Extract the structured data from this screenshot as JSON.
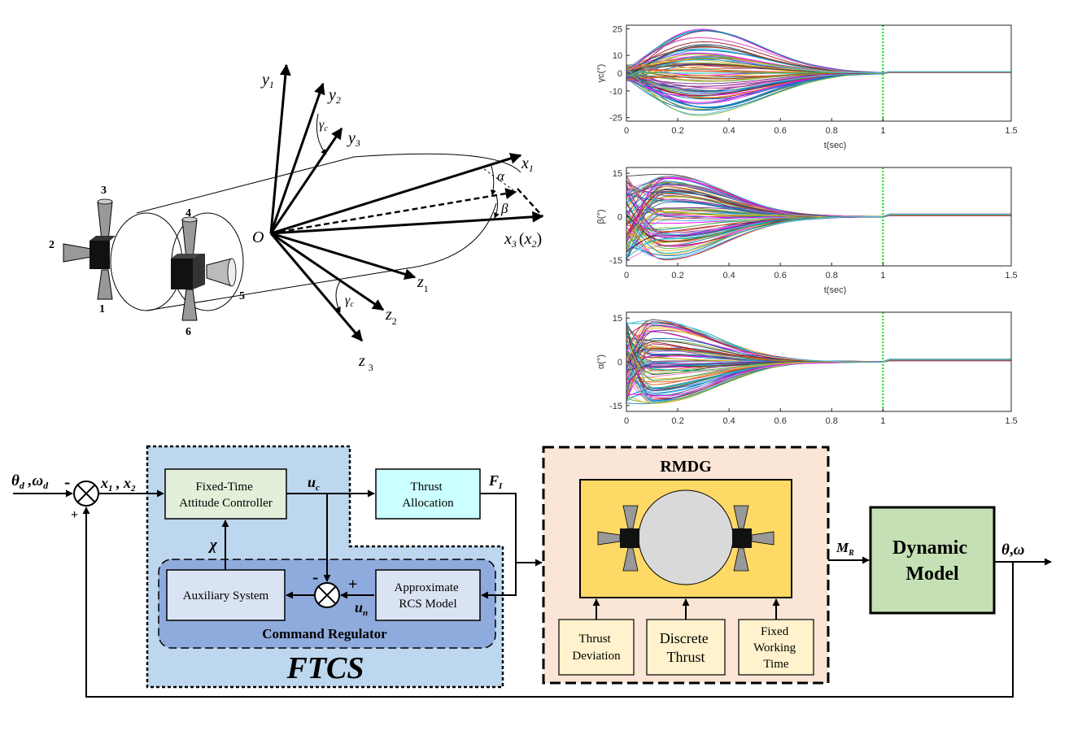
{
  "frames": {
    "geometry": {
      "origin": "O",
      "axis_y1": "y",
      "axis_y1_sub": "1",
      "axis_y2": "y",
      "axis_y2_sub": "2",
      "axis_y3": "y",
      "axis_y3_sub": "3",
      "axis_x1": "x",
      "axis_x1_sub": "1",
      "axis_x3": "x",
      "axis_x3_sub": "3",
      "axis_x2_paren_open": "(",
      "axis_x2": "x",
      "axis_x2_sub": "2",
      "axis_x2_paren_close": ")",
      "axis_z1": "z",
      "axis_z1_sub": "1",
      "axis_z2": "z",
      "axis_z2_sub": "2",
      "axis_z3": "z",
      "axis_z3_sub": "3",
      "angle_gamma_top": "γ",
      "angle_gamma_top_sub": "c",
      "angle_gamma_bottom": "γ",
      "angle_gamma_bottom_sub": "c",
      "angle_alpha": "α",
      "angle_beta": "β"
    },
    "thrusters": [
      "1",
      "2",
      "3",
      "4",
      "5",
      "6"
    ]
  },
  "chart_data": [
    {
      "type": "line",
      "ylabel": "γc(°)",
      "xlabel": "t(sec)",
      "xlim": [
        0,
        1.5
      ],
      "ylim": [
        -27,
        27
      ],
      "xticks": [
        "0",
        "0.2",
        "0.4",
        "0.6",
        "0.8",
        "1",
        "1.5"
      ],
      "yticks": [
        "25",
        "10",
        "0",
        "-10",
        "-25"
      ],
      "marker_line_x": 1,
      "envelope_peak": 25,
      "envelope_peak_t": 0.3
    },
    {
      "type": "line",
      "ylabel": "β(°)",
      "xlabel": "t(sec)",
      "xlim": [
        0,
        1.5
      ],
      "ylim": [
        -17,
        17
      ],
      "xticks": [
        "0",
        "0.2",
        "0.4",
        "0.6",
        "0.8",
        "1",
        "1.5"
      ],
      "yticks": [
        "15",
        "0",
        "-15"
      ],
      "marker_line_x": 1,
      "envelope_peak": 15,
      "envelope_peak_t": 0.15
    },
    {
      "type": "line",
      "ylabel": "α(°)",
      "xlabel": "",
      "xlim": [
        0,
        1.5
      ],
      "ylim": [
        -17,
        17
      ],
      "xticks": [
        "0",
        "0.2",
        "0.4",
        "0.6",
        "0.8",
        "1",
        "1.5"
      ],
      "yticks": [
        "15",
        "0",
        "-15"
      ],
      "marker_line_x": 1,
      "envelope_peak": 15,
      "envelope_peak_t": 0.1
    }
  ],
  "block_diagram": {
    "input_label": "θd , ωd",
    "input_theta": "θ",
    "input_theta_sub": "d",
    "input_comma": " ,",
    "input_omega": "ω",
    "input_omega_sub": "d",
    "minus_sign": "-",
    "plus_sign": "+",
    "error_x1": "x",
    "error_x1_sub": "1",
    "error_comma": " , ",
    "error_x2": "x",
    "error_x2_sub": "2",
    "controller_line1": "Fixed-Time",
    "controller_line2": "Attitude Controller",
    "uc": "u",
    "uc_sub": "c",
    "chi": "χ",
    "thrust_alloc_line1": "Thrust",
    "thrust_alloc_line2": "Allocation",
    "fi": "F",
    "fi_sub": "I",
    "aux_system": "Auxiliary System",
    "approx_line1": "Approximate",
    "approx_line2": "RCS Model",
    "un": "u",
    "un_sub": "n",
    "sum2_minus": "-",
    "sum2_plus": "+",
    "command_regulator": "Command Regulator",
    "ftcs": "FTCS",
    "rmdg": "RMDG",
    "thrust_dev_line1": "Thrust",
    "thrust_dev_line2": "Deviation",
    "discrete_line1": "Discrete",
    "discrete_line2": "Thrust",
    "fixed_line1": "Fixed",
    "fixed_line2": "Working",
    "fixed_line3": "Time",
    "mr": "M",
    "mr_sub": "R",
    "dynamic_line1": "Dynamic",
    "dynamic_line2": "Model",
    "output_theta": "θ",
    "output_comma": ",",
    "output_omega": "ω",
    "colors": {
      "ftcs_bg": "#bdd7ee",
      "regulator_bg": "#8faadc",
      "controller_bg": "#e2efd9",
      "thrust_alloc_bg": "#ccffff",
      "rcs_box_bg": "#dae3f3",
      "rmdg_bg": "#fbe5d6",
      "rmdg_inner_bg": "#ffd966",
      "rmdg_small_bg": "#fff2cc",
      "dynamic_bg": "#c5e0b4",
      "marker_line": "#22dd22"
    }
  }
}
